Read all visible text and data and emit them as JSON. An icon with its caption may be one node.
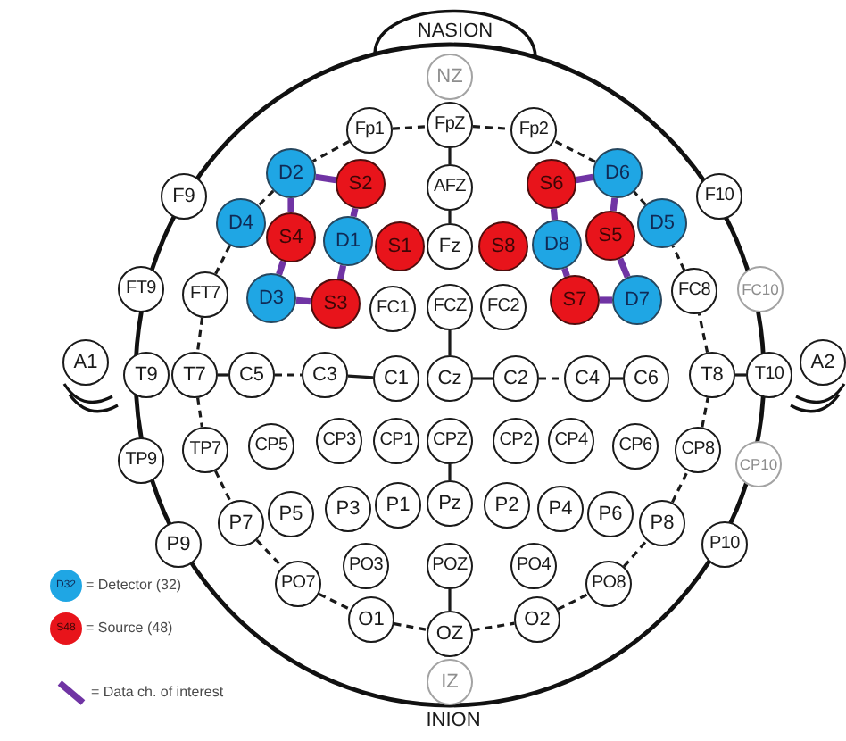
{
  "diagram": {
    "nodes": [
      {
        "text": [
          "NZ"
        ]
      },
      {
        "text": [
          "Fp1"
        ]
      },
      {
        "text": [
          "FpZ"
        ]
      },
      {
        "text": [
          "Fp2"
        ]
      },
      {
        "text": [
          "F9"
        ]
      },
      {
        "text": [
          "D2"
        ]
      },
      {
        "text": [
          "S2"
        ]
      },
      {
        "text": [
          "AFZ"
        ]
      },
      {
        "text": [
          "S6"
        ]
      },
      {
        "text": [
          "D6"
        ]
      },
      {
        "text": [
          "F10"
        ]
      },
      {
        "text": [
          "D4"
        ]
      },
      {
        "text": [
          "S4"
        ]
      },
      {
        "text": [
          "D1"
        ]
      },
      {
        "text": [
          "S1"
        ]
      },
      {
        "text": [
          "Fz"
        ]
      },
      {
        "text": [
          "S8"
        ]
      },
      {
        "text": [
          "D8"
        ]
      },
      {
        "text": [
          "S5"
        ]
      },
      {
        "text": [
          "D5"
        ]
      },
      {
        "text": [
          "FT9"
        ]
      },
      {
        "text": [
          "FT7"
        ]
      },
      {
        "text": [
          "D3"
        ]
      },
      {
        "text": [
          "S3"
        ]
      },
      {
        "text": [
          "FC1"
        ]
      },
      {
        "text": [
          "FCZ"
        ]
      },
      {
        "text": [
          "FC2"
        ]
      },
      {
        "text": [
          "S7"
        ]
      },
      {
        "text": [
          "D7"
        ]
      },
      {
        "text": [
          "FC8"
        ]
      },
      {
        "text": [
          "FC10"
        ]
      },
      {
        "text": [
          "A1"
        ]
      },
      {
        "text": [
          "T9"
        ]
      },
      {
        "text": [
          "T7"
        ]
      },
      {
        "text": [
          "C5"
        ]
      },
      {
        "text": [
          "C3"
        ]
      },
      {
        "text": [
          "C1"
        ]
      },
      {
        "text": [
          "Cz"
        ]
      },
      {
        "text": [
          "C2"
        ]
      },
      {
        "text": [
          "C4"
        ]
      },
      {
        "text": [
          "C6"
        ]
      },
      {
        "text": [
          "T8"
        ]
      },
      {
        "text": [
          "T10"
        ]
      },
      {
        "text": [
          "A2"
        ]
      },
      {
        "text": [
          "TP9"
        ]
      },
      {
        "text": [
          "TP7"
        ]
      },
      {
        "text": [
          "CP5"
        ]
      },
      {
        "text": [
          "CP3"
        ]
      },
      {
        "text": [
          "CP1"
        ]
      },
      {
        "text": [
          "CPZ"
        ]
      },
      {
        "text": [
          "CP2"
        ]
      },
      {
        "text": [
          "CP4"
        ]
      },
      {
        "text": [
          "CP6"
        ]
      },
      {
        "text": [
          "CP8"
        ]
      },
      {
        "text": [
          "CP10"
        ]
      },
      {
        "text": [
          "P9"
        ]
      },
      {
        "text": [
          "P7"
        ]
      },
      {
        "text": [
          "P5"
        ]
      },
      {
        "text": [
          "P3"
        ]
      },
      {
        "text": [
          "P1"
        ]
      },
      {
        "text": [
          "Pz"
        ]
      },
      {
        "text": [
          "P2"
        ]
      },
      {
        "text": [
          "P4"
        ]
      },
      {
        "text": [
          "P6"
        ]
      },
      {
        "text": [
          "P8"
        ]
      },
      {
        "text": [
          "P10"
        ]
      },
      {
        "text": [
          "PO7"
        ]
      },
      {
        "text": [
          "PO3"
        ]
      },
      {
        "text": [
          "POZ"
        ]
      },
      {
        "text": [
          "PO4"
        ]
      },
      {
        "text": [
          "PO8"
        ]
      },
      {
        "text": [
          "O1"
        ]
      },
      {
        "text": [
          "OZ"
        ]
      },
      {
        "text": [
          "O2"
        ]
      },
      {
        "text": [
          "IZ"
        ]
      }
    ],
    "edges": [
      {
        "from": 5,
        "to": 6,
        "arrow": "none",
        "style": "thick",
        "color": "#7034a4"
      },
      {
        "from": 5,
        "to": 12,
        "arrow": "none",
        "style": "thick",
        "color": "#7034a4"
      },
      {
        "from": 6,
        "to": 13,
        "arrow": "none",
        "style": "thick",
        "color": "#7034a4"
      },
      {
        "from": 12,
        "to": 22,
        "arrow": "none",
        "style": "thick",
        "color": "#7034a4"
      },
      {
        "from": 13,
        "to": 23,
        "arrow": "none",
        "style": "thick",
        "color": "#7034a4"
      },
      {
        "from": 22,
        "to": 23,
        "arrow": "none",
        "style": "thick",
        "color": "#7034a4"
      },
      {
        "from": 8,
        "to": 9,
        "arrow": "none",
        "style": "thick",
        "color": "#7034a4"
      },
      {
        "from": 8,
        "to": 17,
        "arrow": "none",
        "style": "thick",
        "color": "#7034a4"
      },
      {
        "from": 9,
        "to": 18,
        "arrow": "none",
        "style": "thick",
        "color": "#7034a4"
      },
      {
        "from": 17,
        "to": 27,
        "arrow": "none",
        "style": "thick",
        "color": "#7034a4"
      },
      {
        "from": 18,
        "to": 28,
        "arrow": "none",
        "style": "thick",
        "color": "#7034a4"
      },
      {
        "from": 27,
        "to": 28,
        "arrow": "none",
        "style": "thick",
        "color": "#7034a4"
      },
      {
        "from": 2,
        "to": 7,
        "arrow": "none"
      },
      {
        "from": 7,
        "to": 15,
        "arrow": "none"
      },
      {
        "from": 25,
        "to": 37,
        "arrow": "none"
      },
      {
        "from": 49,
        "to": 60,
        "arrow": "none"
      },
      {
        "from": 68,
        "to": 72,
        "arrow": "none"
      },
      {
        "from": 33,
        "to": 34,
        "arrow": "none"
      },
      {
        "from": 34,
        "to": 35,
        "arrow": "none",
        "style": "dashed"
      },
      {
        "from": 35,
        "to": 36,
        "arrow": "none"
      },
      {
        "from": 37,
        "to": 38,
        "arrow": "none"
      },
      {
        "from": 38,
        "to": 39,
        "arrow": "none",
        "style": "dashed"
      },
      {
        "from": 39,
        "to": 40,
        "arrow": "none"
      },
      {
        "from": 41,
        "to": 42,
        "arrow": "none"
      },
      {
        "from": 1,
        "to": 2,
        "arrow": "none",
        "style": "dashed"
      },
      {
        "from": 2,
        "to": 3,
        "arrow": "none",
        "style": "dashed"
      },
      {
        "from": 1,
        "to": 5,
        "arrow": "none",
        "style": "dashed"
      },
      {
        "from": 5,
        "to": 11,
        "arrow": "none",
        "style": "dashed"
      },
      {
        "from": 11,
        "to": 21,
        "arrow": "none",
        "style": "dashed"
      },
      {
        "from": 21,
        "to": 33,
        "arrow": "none",
        "style": "dashed"
      },
      {
        "from": 33,
        "to": 45,
        "arrow": "none",
        "style": "dashed"
      },
      {
        "from": 45,
        "to": 56,
        "arrow": "none",
        "style": "dashed"
      },
      {
        "from": 56,
        "to": 66,
        "arrow": "none",
        "style": "dashed"
      },
      {
        "from": 66,
        "to": 71,
        "arrow": "none",
        "style": "dashed"
      },
      {
        "from": 71,
        "to": 72,
        "arrow": "none",
        "style": "dashed"
      },
      {
        "from": 72,
        "to": 73,
        "arrow": "none",
        "style": "dashed"
      },
      {
        "from": 73,
        "to": 70,
        "arrow": "none",
        "style": "dashed"
      },
      {
        "from": 70,
        "to": 64,
        "arrow": "none",
        "style": "dashed"
      },
      {
        "from": 64,
        "to": 53,
        "arrow": "none",
        "style": "dashed"
      },
      {
        "from": 53,
        "to": 41,
        "arrow": "none",
        "style": "dashed"
      },
      {
        "from": 41,
        "to": 29,
        "arrow": "none",
        "style": "dashed"
      },
      {
        "from": 29,
        "to": 19,
        "arrow": "none",
        "style": "dashed"
      },
      {
        "from": 19,
        "to": 9,
        "arrow": "none",
        "style": "dashed"
      },
      {
        "from": 9,
        "to": 3,
        "arrow": "none",
        "style": "dashed"
      }
    ],
    "labels": [
      "NASION",
      "D32",
      "S48",
      "INION"
    ],
    "legend": [
      {
        "text": "= Detector (32)",
        "color": "#1fa6e4"
      },
      {
        "text": "= Source (48)",
        "color": "#e8141b"
      },
      {
        "text": "= Data ch. of interest"
      }
    ]
  }
}
